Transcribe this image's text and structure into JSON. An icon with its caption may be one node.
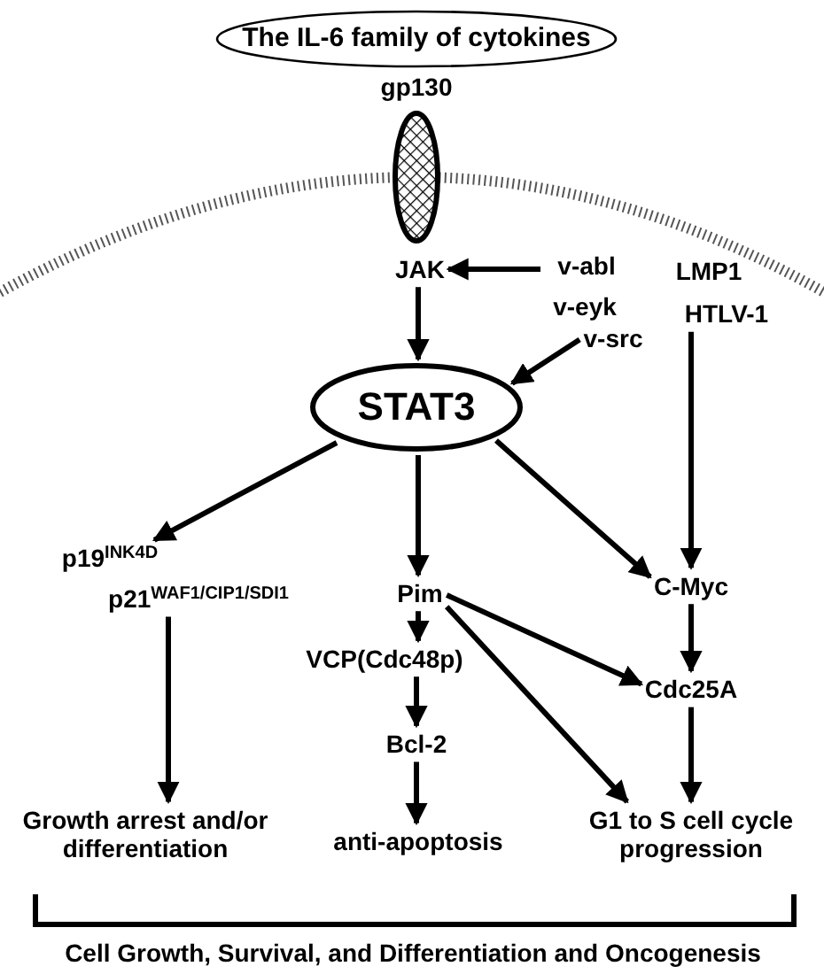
{
  "diagram": {
    "nodes": [
      {
        "text": [
          "The IL-6 family of cytokines"
        ]
      },
      {
        "text": [
          "gp130"
        ]
      },
      {
        "text": [
          "JAK"
        ]
      },
      {
        "text": [
          "v-abl"
        ]
      },
      {
        "text": [
          "v-eyk"
        ]
      },
      {
        "text": [
          "v-src"
        ]
      },
      {
        "text": [
          "LMP1"
        ]
      },
      {
        "text": [
          "HTLV-1"
        ]
      },
      {
        "text": [
          "STAT3"
        ]
      },
      {
        "text": [
          "p19$^{INK4D}$"
        ]
      },
      {
        "text": [
          "p21$^{WAF1/CIP1/SDI1}$"
        ]
      },
      {
        "text": [
          "Pim"
        ]
      },
      {
        "text": [
          "C-Myc"
        ]
      },
      {
        "text": [
          "VCP(Cdc48p)"
        ]
      },
      {
        "text": [
          "Cdc25A"
        ]
      },
      {
        "text": [
          "Bcl-2"
        ]
      },
      {
        "text": [
          "Growth arrest and/or differentiation"
        ]
      },
      {
        "text": [
          "anti-apoptosis"
        ]
      },
      {
        "text": [
          "G1 to S cell cycle progression"
        ]
      }
    ],
    "edges": [
      {
        "from": 3,
        "to": 2,
        "arrow": "to"
      },
      {
        "from": 2,
        "to": 8,
        "arrow": "to"
      },
      {
        "from": 5,
        "to": 8,
        "arrow": "to"
      },
      {
        "from": 7,
        "to": 12,
        "arrow": "to"
      },
      {
        "from": 8,
        "to": 9,
        "arrow": "to"
      },
      {
        "from": 8,
        "to": 11,
        "arrow": "to"
      },
      {
        "from": 8,
        "to": 12,
        "arrow": "to"
      },
      {
        "from": 11,
        "to": 13,
        "arrow": "to"
      },
      {
        "from": 11,
        "to": 14,
        "arrow": "to"
      },
      {
        "from": 11,
        "to": 18,
        "arrow": "to"
      },
      {
        "from": 12,
        "to": 14,
        "arrow": "to"
      },
      {
        "from": 13,
        "to": 15,
        "arrow": "to"
      },
      {
        "from": 15,
        "to": 17,
        "arrow": "to"
      },
      {
        "from": 10,
        "to": 16,
        "arrow": "to"
      },
      {
        "from": 14,
        "to": 18,
        "arrow": "to"
      }
    ],
    "labels": [
      "Cell Growth, Survival, and Differentiation and Oncogenesis"
    ]
  }
}
